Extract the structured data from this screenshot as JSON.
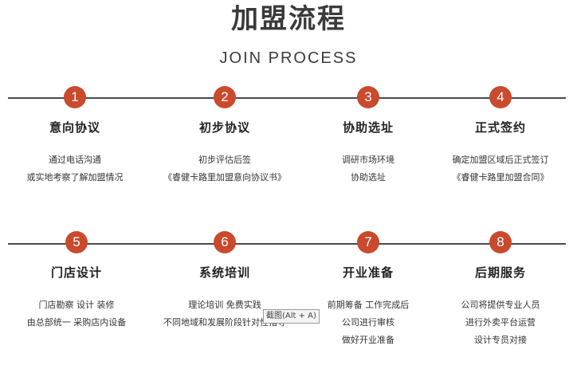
{
  "header": {
    "title": "加盟流程",
    "subtitle": "JOIN PROCESS"
  },
  "colors": {
    "accent": "#c94a2c",
    "line": "#4a4a4a",
    "text": "#333333"
  },
  "steps": [
    {
      "number": "1",
      "title": "意向协议",
      "lines": [
        "通过电话沟通",
        "或实地考察了解加盟情况"
      ]
    },
    {
      "number": "2",
      "title": "初步协议",
      "lines": [
        "初步评估后签",
        "《睿健卡路里加盟意向协议书》"
      ]
    },
    {
      "number": "3",
      "title": "协助选址",
      "lines": [
        "调研市场环境",
        "协助选址"
      ]
    },
    {
      "number": "4",
      "title": "正式签约",
      "lines": [
        "确定加盟区域后正式签订",
        "《睿健卡路里加盟合同》"
      ]
    },
    {
      "number": "5",
      "title": "门店设计",
      "lines": [
        "门店勘察  设计  装修",
        "由总部统一 采购店内设备"
      ]
    },
    {
      "number": "6",
      "title": "系统培训",
      "lines": [
        "理论培训  免费实践",
        "不同地域和发展阶段针对性指导"
      ]
    },
    {
      "number": "7",
      "title": "开业准备",
      "lines": [
        "前期筹备  工作完成后",
        "公司进行审核",
        "做好开业准备"
      ]
    },
    {
      "number": "8",
      "title": "后期服务",
      "lines": [
        "公司将提供专业人员",
        "进行外卖平台运营",
        "设计专员对接"
      ]
    }
  ],
  "tooltip": {
    "text": "截图(Alt + A)"
  }
}
